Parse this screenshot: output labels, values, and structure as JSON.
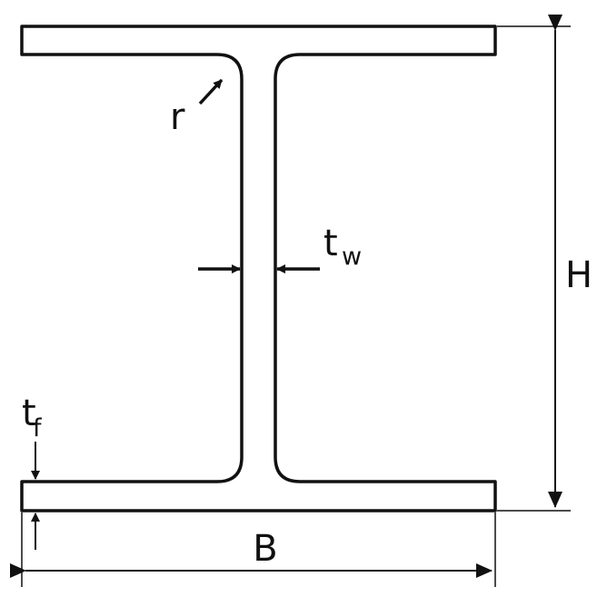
{
  "labels": {
    "radius": "r",
    "web_thickness": "t",
    "web_thickness_sub": "w",
    "flange_thickness": "t",
    "flange_thickness_sub": "f",
    "height": "H",
    "width": "B"
  },
  "colors": {
    "stroke": "#111111",
    "background": "#ffffff"
  }
}
